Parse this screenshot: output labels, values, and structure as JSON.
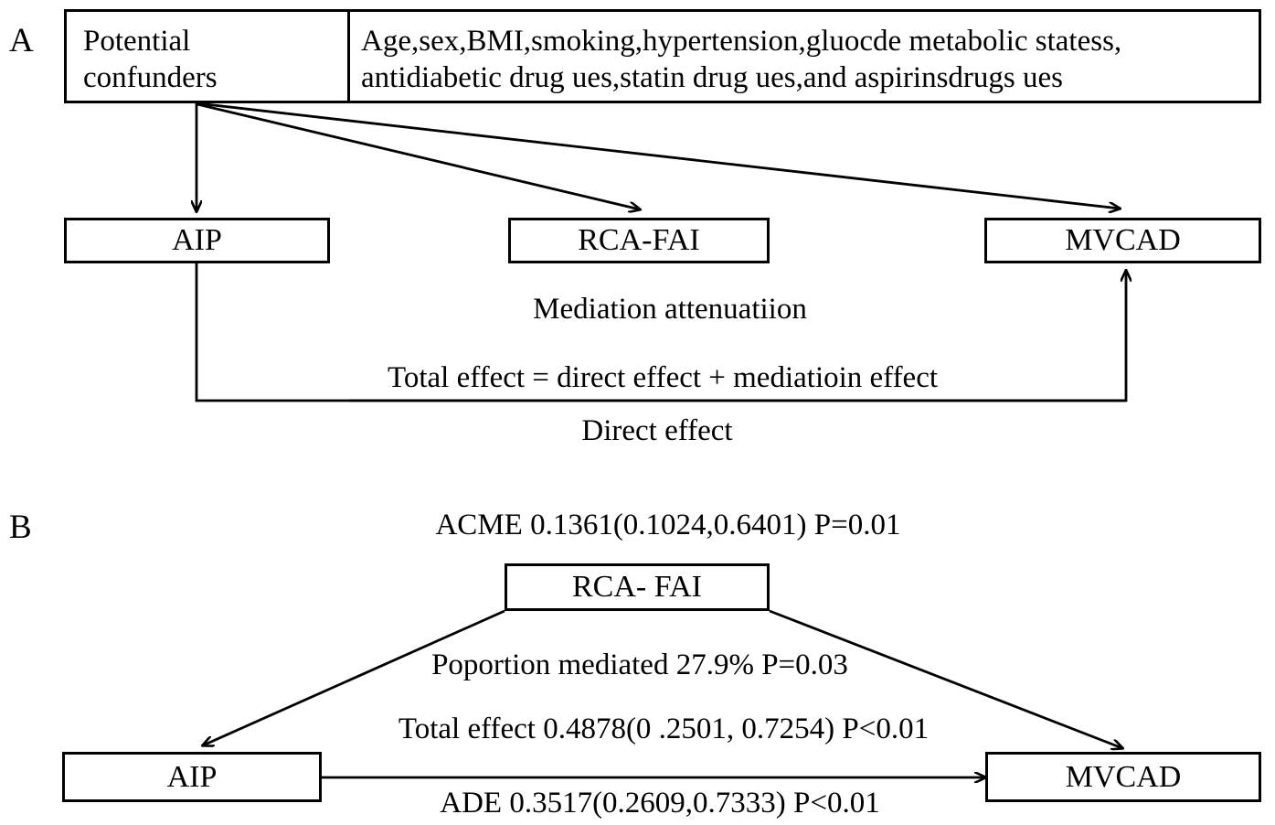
{
  "figure": {
    "panels": [
      {
        "letter": "A",
        "confounders": {
          "title_line1": "Potential",
          "title_line2": "confunders",
          "list_line1": "Age,sex,BMI,smoking,hypertension,gluocde metabolic statess,",
          "list_line2": "antidiabetic drug ues,statin drug ues,and aspirinsdrugs ues"
        },
        "nodes": {
          "exposure": "AIP",
          "mediator": "RCA-FAI",
          "outcome": "MVCAD"
        },
        "labels": {
          "mediation": "Mediation attenuatiion",
          "decomposition": "Total effect = direct effect  + mediatioin effect",
          "direct": "Direct effect"
        }
      },
      {
        "letter": "B",
        "nodes": {
          "exposure": "AIP",
          "mediator": "RCA- FAI",
          "outcome": "MVCAD"
        },
        "labels": {
          "acme": "ACME 0.1361(0.1024,0.6401) P=0.01",
          "proportion": "Poportion mediated 27.9% P=0.03",
          "total_effect": "Total effect 0.4878(0 .2501, 0.7254) P<0.01",
          "ade": "ADE 0.3517(0.2609,0.7333) P<0.01"
        }
      }
    ]
  },
  "style": {
    "line_color": "#000000",
    "background": "#ffffff"
  }
}
